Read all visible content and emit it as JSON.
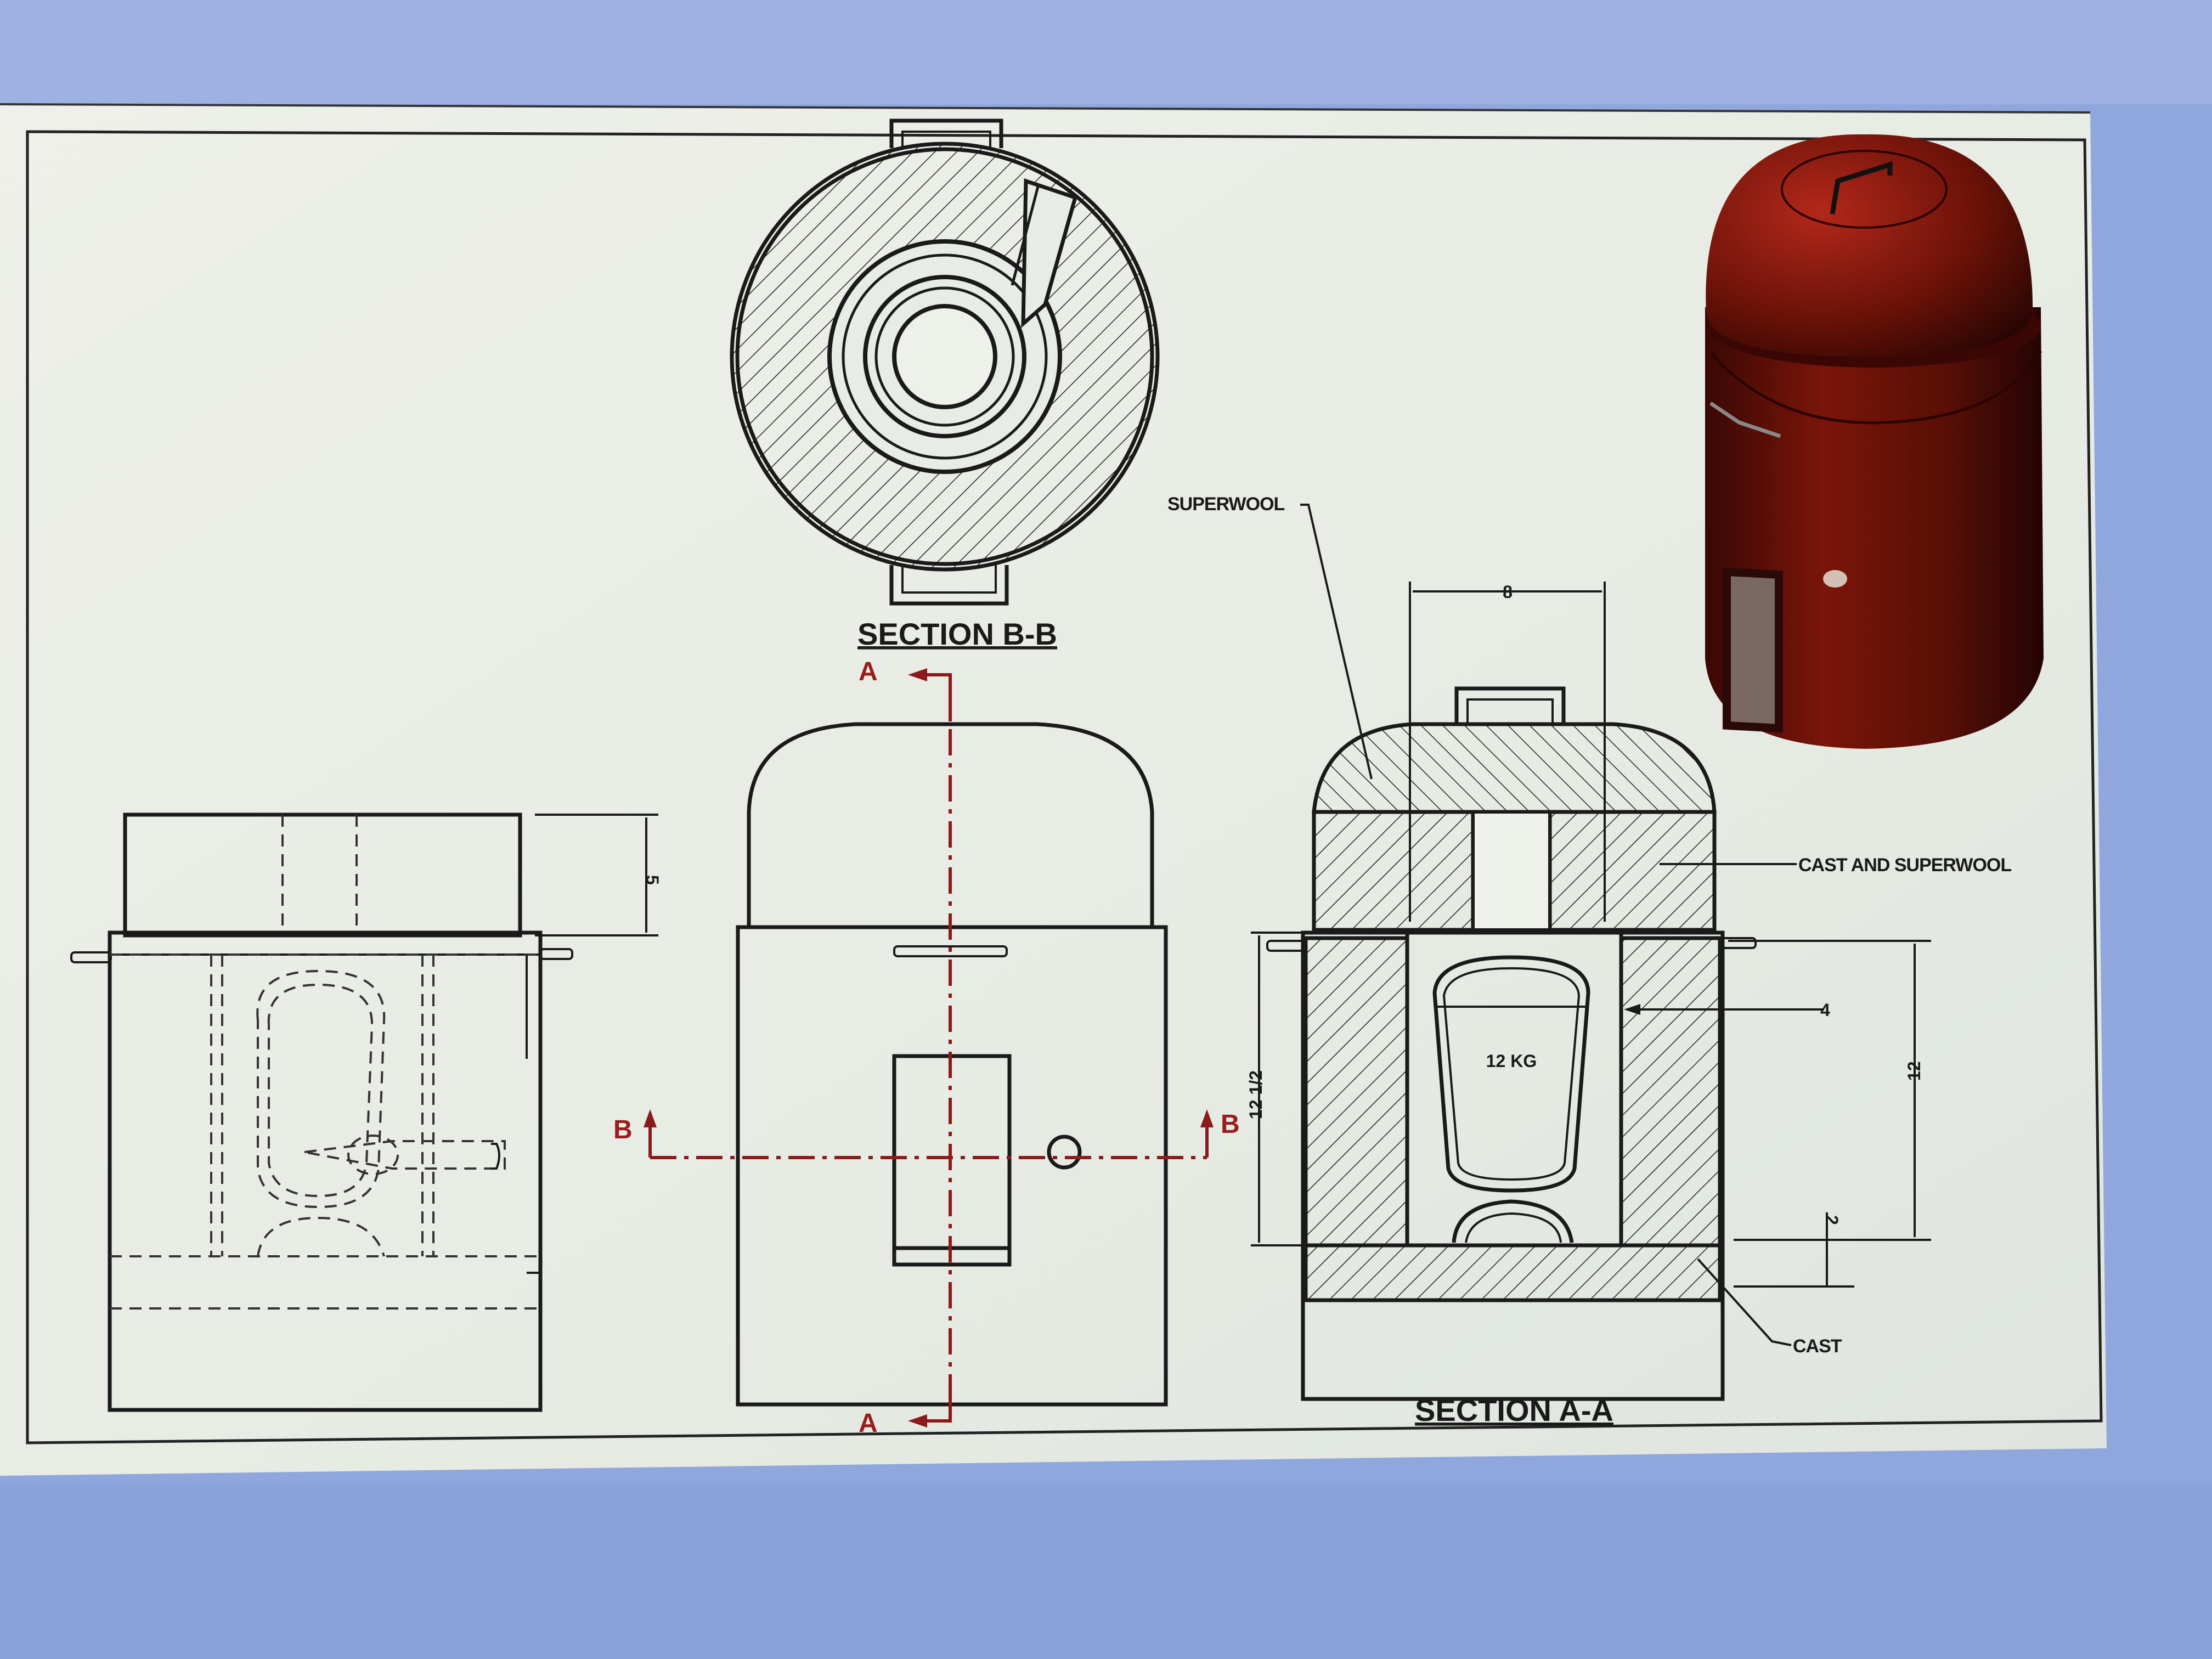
{
  "drawing": {
    "section_b_title": "SECTION B-B",
    "section_a_title": "SECTION A-A",
    "callouts": {
      "superwool": "SUPERWOOL",
      "cast_and_superwool": "CAST AND SUPERWOOL",
      "cast": "CAST",
      "crucible": "12 KG"
    },
    "dimensions": {
      "lid_height": "5",
      "opening_width": "8",
      "wall_thickness": "4",
      "inner_height": "12",
      "base_thickness": "2",
      "total_body_height": "12 1/2"
    },
    "cut_markers": {
      "a_top": "A",
      "a_bottom": "A",
      "b_left": "B",
      "b_right": "B"
    }
  },
  "colors": {
    "monitor_bezel": "#8fa7dc",
    "paper": "#e9ece6",
    "cut_line": "#8b1a1a",
    "render_body": "#6b1208"
  }
}
